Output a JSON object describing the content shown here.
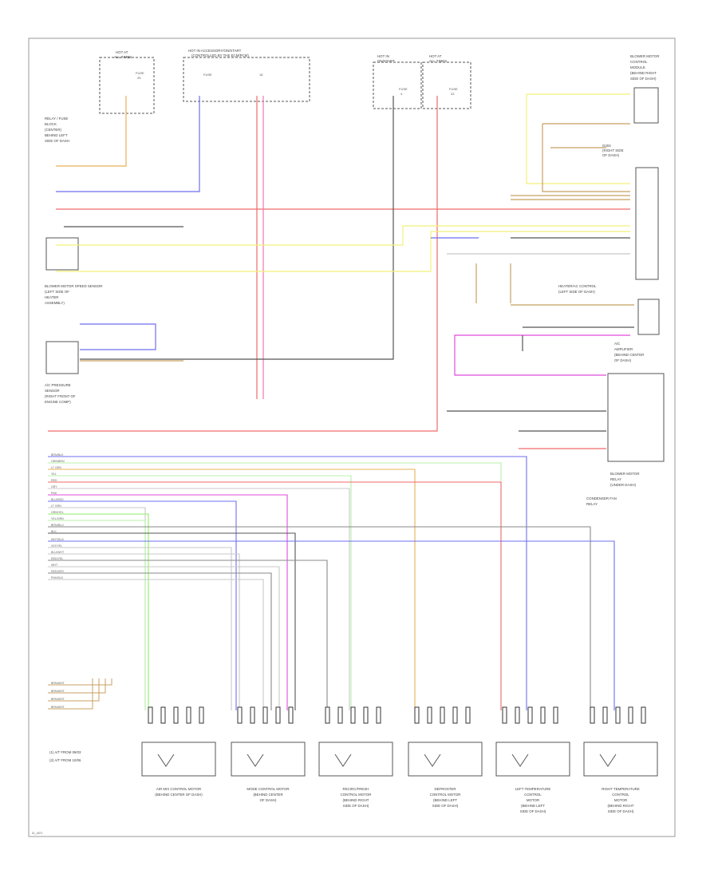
{
  "page": {
    "footer_code": "ID_4871"
  },
  "top_blocks": [
    {
      "lines": [
        "HOT AT",
        "ALL TIMES"
      ],
      "fuse": "FUSE",
      "fuse_id": "25"
    },
    {
      "lines": [
        "HOT IN ACCESSORY/ON/START",
        "(CONTROLLED BY THE ECM/PCM)"
      ],
      "fuse": "FUSE",
      "fuse_id": "18"
    },
    {
      "lines": [
        "HOT IN",
        "ON/START"
      ],
      "fuse": "FUSE",
      "fuse_id": "4"
    },
    {
      "lines": [
        "HOT AT",
        "ALL TIMES"
      ],
      "fuse": "FUSE",
      "fuse_id": "33"
    }
  ],
  "left_notes": {
    "relay_block": [
      "RELAY / FUSE",
      "BLOCK",
      "(CENTER)",
      "BEHIND LEFT",
      "SIDE OF DASH"
    ],
    "sensor": [
      "BLOWER MOTOR SPEED SENSOR",
      "(LEFT SIDE OF",
      "HEATER",
      "ASSEMBLY)"
    ],
    "temp_sensor": [
      "A/C PRESSURE",
      "SENSOR",
      "(RIGHT FRONT OF",
      "ENGINE COMP)"
    ]
  },
  "right_notes": {
    "module": [
      "BLOWER MOTOR",
      "CONTROL",
      "MODULE",
      "(BEHIND RIGHT",
      "SIDE OF DASH)"
    ],
    "ground": [
      "G404",
      "(RIGHT SIDE",
      "OF DASH)"
    ],
    "relay": [
      "BLOWER MOTOR",
      "RELAY",
      "(UNDER DASH)"
    ],
    "amplifier": [
      "A/C",
      "AMPLIFIER",
      "(BEHIND CENTER",
      "OF DASH)"
    ],
    "condenser": [
      "CONDENSER FAN",
      "RELAY"
    ],
    "heater": [
      "HEATER/AC CONTROL",
      "(LEFT SIDE OF DASH)"
    ]
  },
  "bus_left_labels": [
    "BRN/BLK",
    "ORN/BRN",
    "LT GRN",
    "YEL",
    "RED",
    "GRY",
    "PNK",
    "BLU/RED",
    "LT GRN",
    "GRN/YEL",
    "YEL/GRN",
    "BRN/BLU",
    "BLK",
    "WHT/BLK",
    "VIO/YEL",
    "BLU/WHT",
    "RED/YEL",
    "WHT",
    "RED/GRY",
    "PNK/BLK"
  ],
  "mode_labels": [
    "BRN/WHT",
    "BRN/WHT",
    "BRN/WHT",
    "BRN/WHT"
  ],
  "legend": [
    "(1) A/T FROM 09/03",
    "(2) A/T FROM 10/06"
  ],
  "actuators": [
    {
      "lines": [
        "AIR MIX CONTROL MOTOR",
        "(BEHIND CENTER OF DASH)"
      ]
    },
    {
      "lines": [
        "MODE CONTROL MOTOR",
        "(BEHIND CENTER",
        "OF DASH)"
      ]
    },
    {
      "lines": [
        "RECIRC/FRESH",
        "CONTROL MOTOR",
        "(BEHIND RIGHT",
        "SIDE OF DASH)"
      ]
    },
    {
      "lines": [
        "DEFROSTER",
        "CONTROL MOTOR",
        "(BEHIND LEFT",
        "SIDE OF DASH)"
      ]
    },
    {
      "lines": [
        "LEFT TEMPERATURE",
        "CONTROL",
        "MOTOR",
        "(BEHIND LEFT",
        "SIDE OF DASH)"
      ]
    },
    {
      "lines": [
        "RIGHT TEMPERATURE",
        "CONTROL",
        "MOTOR",
        "(BEHIND RIGHT",
        "SIDE OF DASH)"
      ]
    }
  ],
  "colors": {
    "red": "#f06a6a",
    "blue": "#6e6ef0",
    "green": "#90ee6a",
    "yellow": "#f2f07a",
    "orange": "#e8b05a",
    "magenta": "#e24adc",
    "purple": "#9a40b0",
    "gray": "#8a8a8a",
    "darkgray": "#555555",
    "lightgreen": "#b8f0a8",
    "tan": "#c8a060",
    "pink": "#f07aa8",
    "lightgray": "#c8c8c8"
  }
}
